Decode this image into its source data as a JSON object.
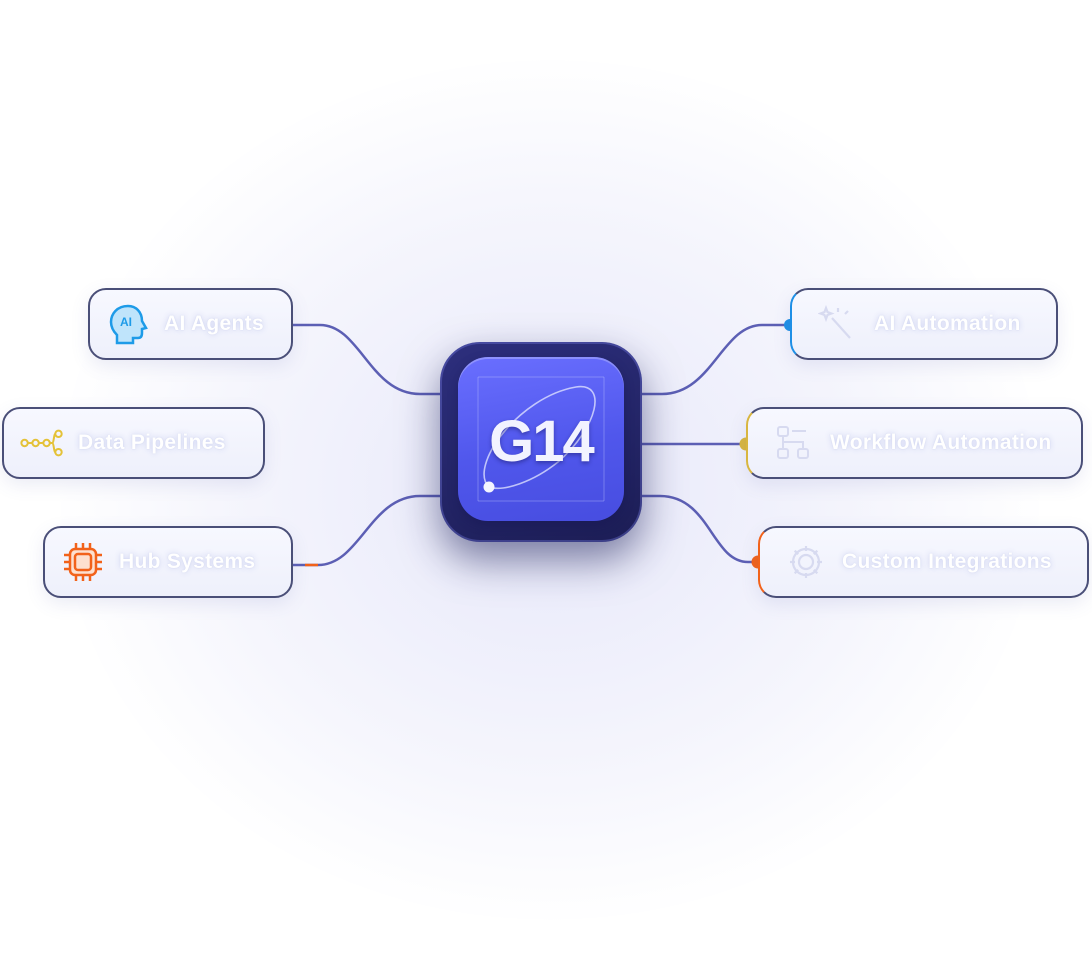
{
  "hub": {
    "label": "G14"
  },
  "left_nodes": [
    {
      "label": "AI Agents",
      "icon": "ai-head-icon",
      "accent": "#1e9be8"
    },
    {
      "label": "Data Pipelines",
      "icon": "pipeline-nodes-icon",
      "accent": "#e4c238"
    },
    {
      "label": "Hub Systems",
      "icon": "cpu-chip-icon",
      "accent": "#f2621a"
    }
  ],
  "right_nodes": [
    {
      "label": "AI Automation",
      "icon": "magic-wand-icon",
      "accent": "#1e8fe6"
    },
    {
      "label": "Workflow Automation",
      "icon": "workflow-icon",
      "accent": "#d8b640"
    },
    {
      "label": "Custom Integrations",
      "icon": "gear-icon",
      "accent": "#f2621a"
    }
  ],
  "colors": {
    "wire": "#5c5fb4",
    "chip_dark": "#1f2060",
    "chip_face": "#565cf0"
  }
}
